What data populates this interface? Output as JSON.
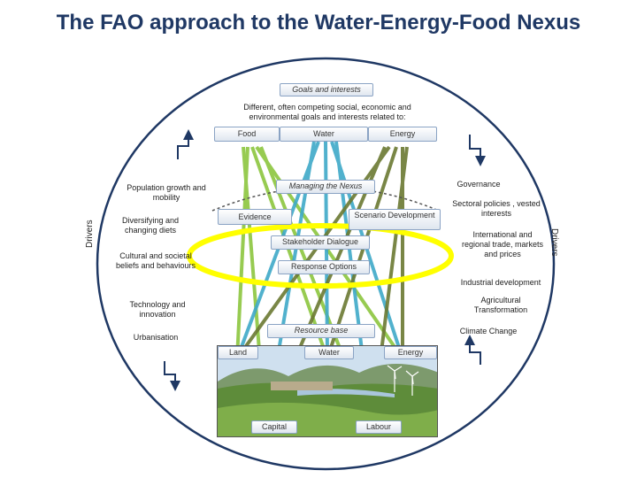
{
  "title": "The FAO approach to the Water-Energy-Food Nexus",
  "goals": {
    "header": "Goals and interests",
    "description": "Different, often competing social, economic and environmental goals and interests related to:",
    "food": "Food",
    "water": "Water",
    "energy": "Energy"
  },
  "nexus": {
    "managing": "Managing the Nexus",
    "evidence": "Evidence",
    "scenario": "Scenario Development",
    "dialogue": "Stakeholder Dialogue",
    "response": "Response Options"
  },
  "resource_base": {
    "header": "Resource base",
    "land": "Land",
    "water": "Water",
    "energy": "Energy",
    "capital": "Capital",
    "labour": "Labour"
  },
  "drivers": {
    "label": "Drivers",
    "left": [
      "Population growth and mobility",
      "Diversifying and changing diets",
      "Cultural and societal beliefs and behaviours",
      "Technology and innovation",
      "Urbanisation"
    ],
    "right": [
      "Governance",
      "Sectoral policies , vested interests",
      "International and regional trade, markets and prices",
      "Industrial development",
      "Agricultural Transformation",
      "Climate Change"
    ]
  },
  "colors": {
    "title": "#1f3864",
    "circle": "#1f3864",
    "ellipse_fill": "#ffff00",
    "food_lines": "#8cc63f",
    "water_lines": "#3fa9c8",
    "energy_lines": "#5f6b2f"
  }
}
